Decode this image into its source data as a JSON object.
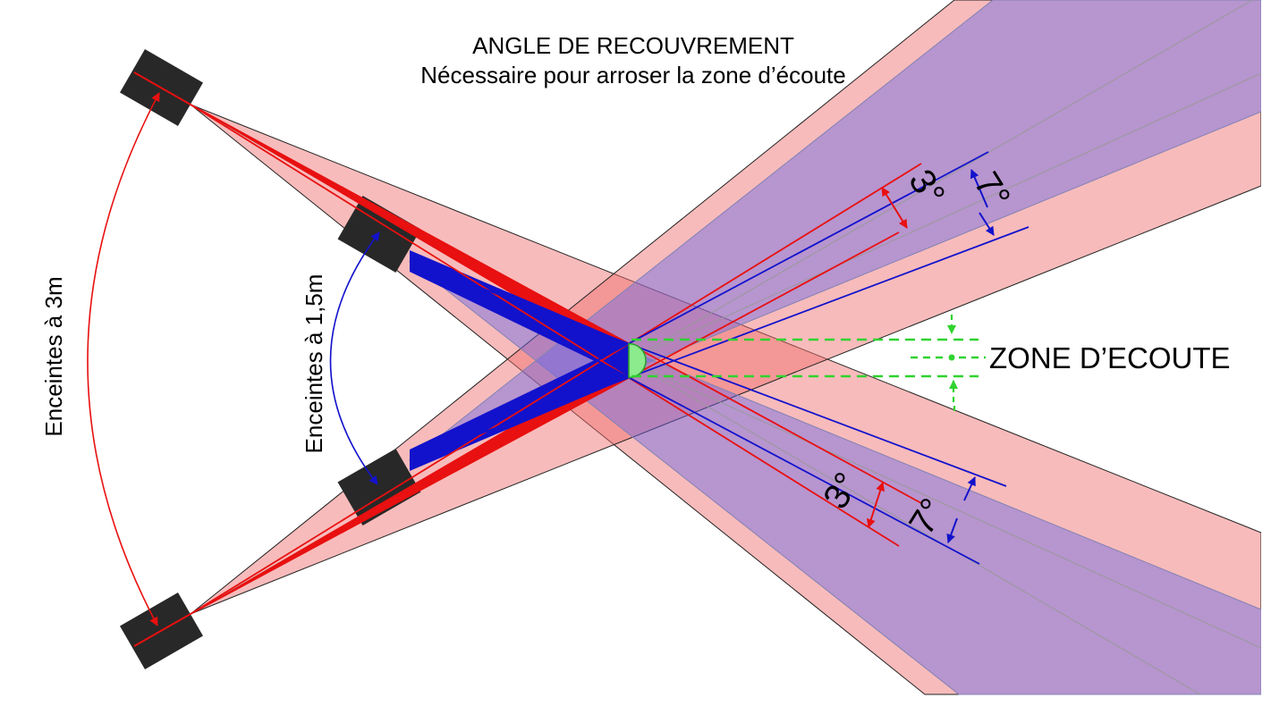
{
  "title": {
    "line1": "ANGLE DE RECOUVREMENT",
    "line2": "Nécessaire pour arroser la zone d’écoute"
  },
  "labels": {
    "speakers_3m": "Enceintes à 3m",
    "speakers_1_5m": "Enceintes à 1,5m",
    "listening_zone": "ZONE D’ECOUTE",
    "angle_7": "7°",
    "angle_3": "3°"
  },
  "colors": {
    "wide_cone_3m": "#f07070",
    "wide_cone_1_5m": "#6868e8",
    "beam_3m": "#e81010",
    "beam_1_5m": "#1212cc",
    "zone_fill": "#8ceb8c",
    "zone_green": "#2fd32f",
    "speaker": "#282828",
    "axis_gray": "#999999"
  }
}
